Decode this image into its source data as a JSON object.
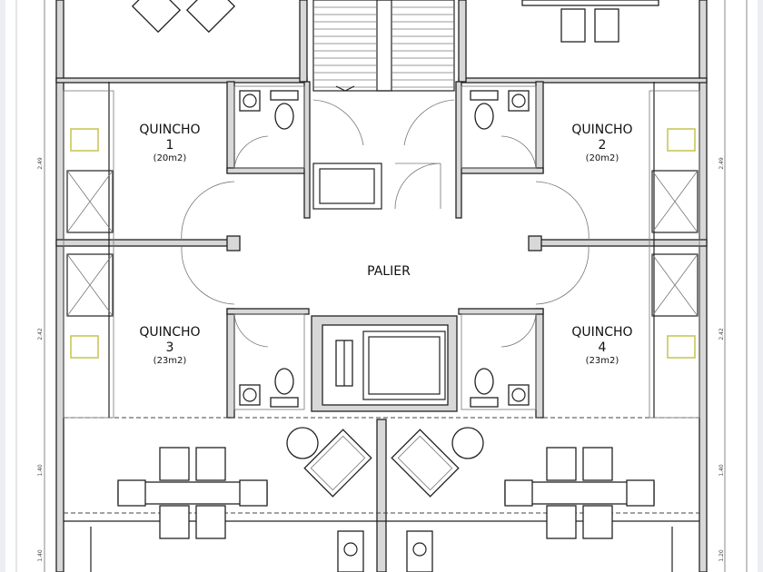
{
  "rooms": [
    {
      "name": "QUINCHO",
      "number": "1",
      "area": "(20m2)"
    },
    {
      "name": "QUINCHO",
      "number": "2",
      "area": "(20m2)"
    },
    {
      "name": "QUINCHO",
      "number": "3",
      "area": "(23m2)"
    },
    {
      "name": "QUINCHO",
      "number": "4",
      "area": "(23m2)"
    }
  ],
  "landing": {
    "name": "PALIER"
  },
  "dimensions": {
    "left": [
      "2.49",
      "2.42",
      "1.40",
      "1.40"
    ],
    "right": [
      "2.49",
      "2.42",
      "1.40",
      "1.20"
    ]
  },
  "colors": {
    "sink": "#c9c65a",
    "wall": "#d8d8d8"
  }
}
